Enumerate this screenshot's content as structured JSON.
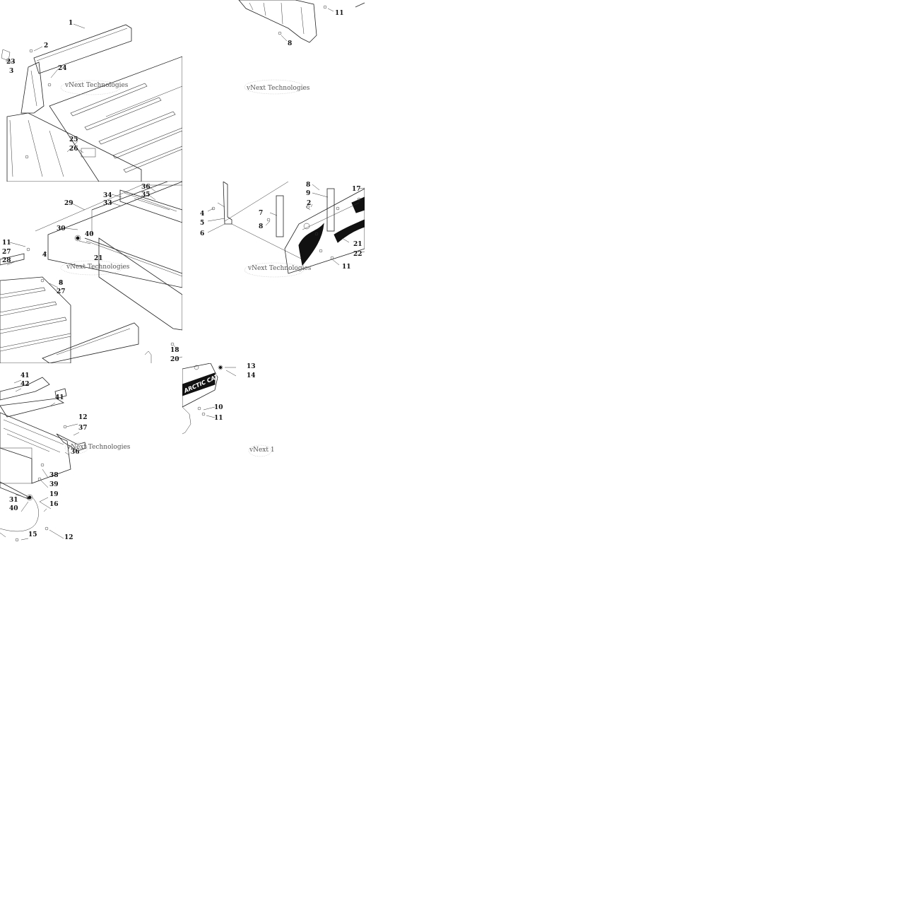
{
  "watermark": "vNext Technologies",
  "watermark_partial": "vNext 1",
  "brand_logo": "ARCTIC CAT",
  "tiles": [
    {
      "id": "a",
      "callouts": [
        "1",
        "2",
        "23",
        "3",
        "24",
        "25",
        "26"
      ]
    },
    {
      "id": "b",
      "callouts": [
        "11",
        "8"
      ]
    },
    {
      "id": "c",
      "callouts": [
        "29",
        "34",
        "36",
        "35",
        "33",
        "30",
        "40",
        "11",
        "27",
        "28",
        "4",
        "21",
        "8",
        "27",
        "18",
        "20"
      ]
    },
    {
      "id": "d",
      "callouts": [
        "8",
        "9",
        "17",
        "4",
        "7",
        "2",
        "5",
        "6",
        "8",
        "21",
        "22",
        "11"
      ]
    },
    {
      "id": "e",
      "callouts": [
        "41",
        "42",
        "41",
        "12",
        "37",
        "36",
        "38",
        "39",
        "31",
        "19",
        "40",
        "16",
        "15",
        "12"
      ]
    },
    {
      "id": "f",
      "callouts": [
        "13",
        "14",
        "10",
        "11"
      ]
    }
  ]
}
